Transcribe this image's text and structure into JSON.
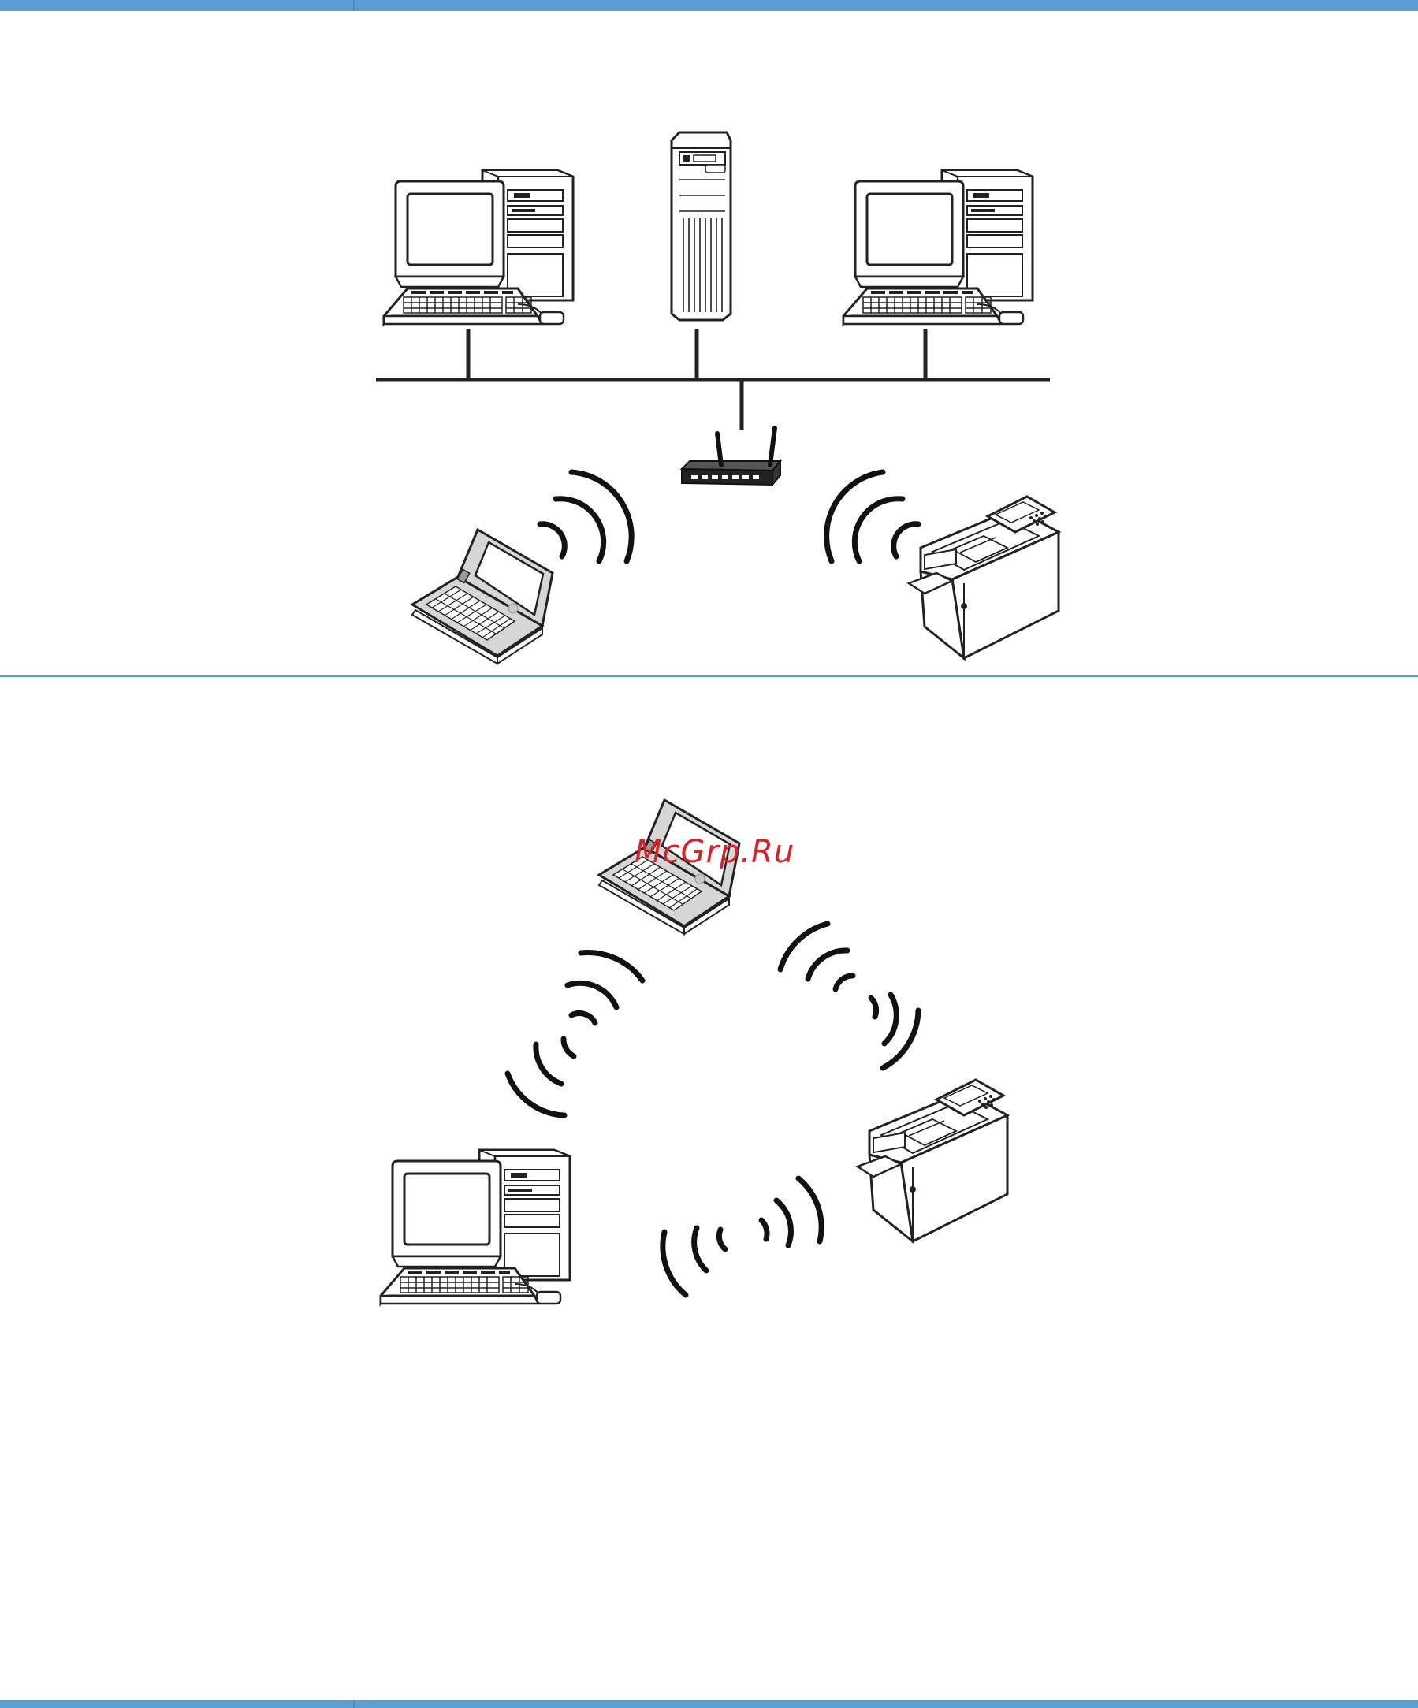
{
  "watermark": {
    "text": "McGrp.Ru",
    "color": "#d8222a"
  },
  "colors": {
    "accent": "#5a9fd4",
    "line": "#222222"
  },
  "diagrams": [
    {
      "name": "infrastructure-network",
      "devices": [
        "desktop-computer",
        "tower-server",
        "desktop-computer",
        "wireless-router",
        "laptop",
        "multifunction-printer"
      ],
      "icons": [
        "desktop-computer-icon",
        "server-icon",
        "router-icon",
        "laptop-icon",
        "printer-icon",
        "wireless-signal-icon"
      ]
    },
    {
      "name": "ad-hoc-network",
      "devices": [
        "laptop",
        "desktop-computer",
        "multifunction-printer"
      ],
      "icons": [
        "laptop-icon",
        "desktop-computer-icon",
        "printer-icon",
        "wireless-signal-icon"
      ]
    }
  ]
}
